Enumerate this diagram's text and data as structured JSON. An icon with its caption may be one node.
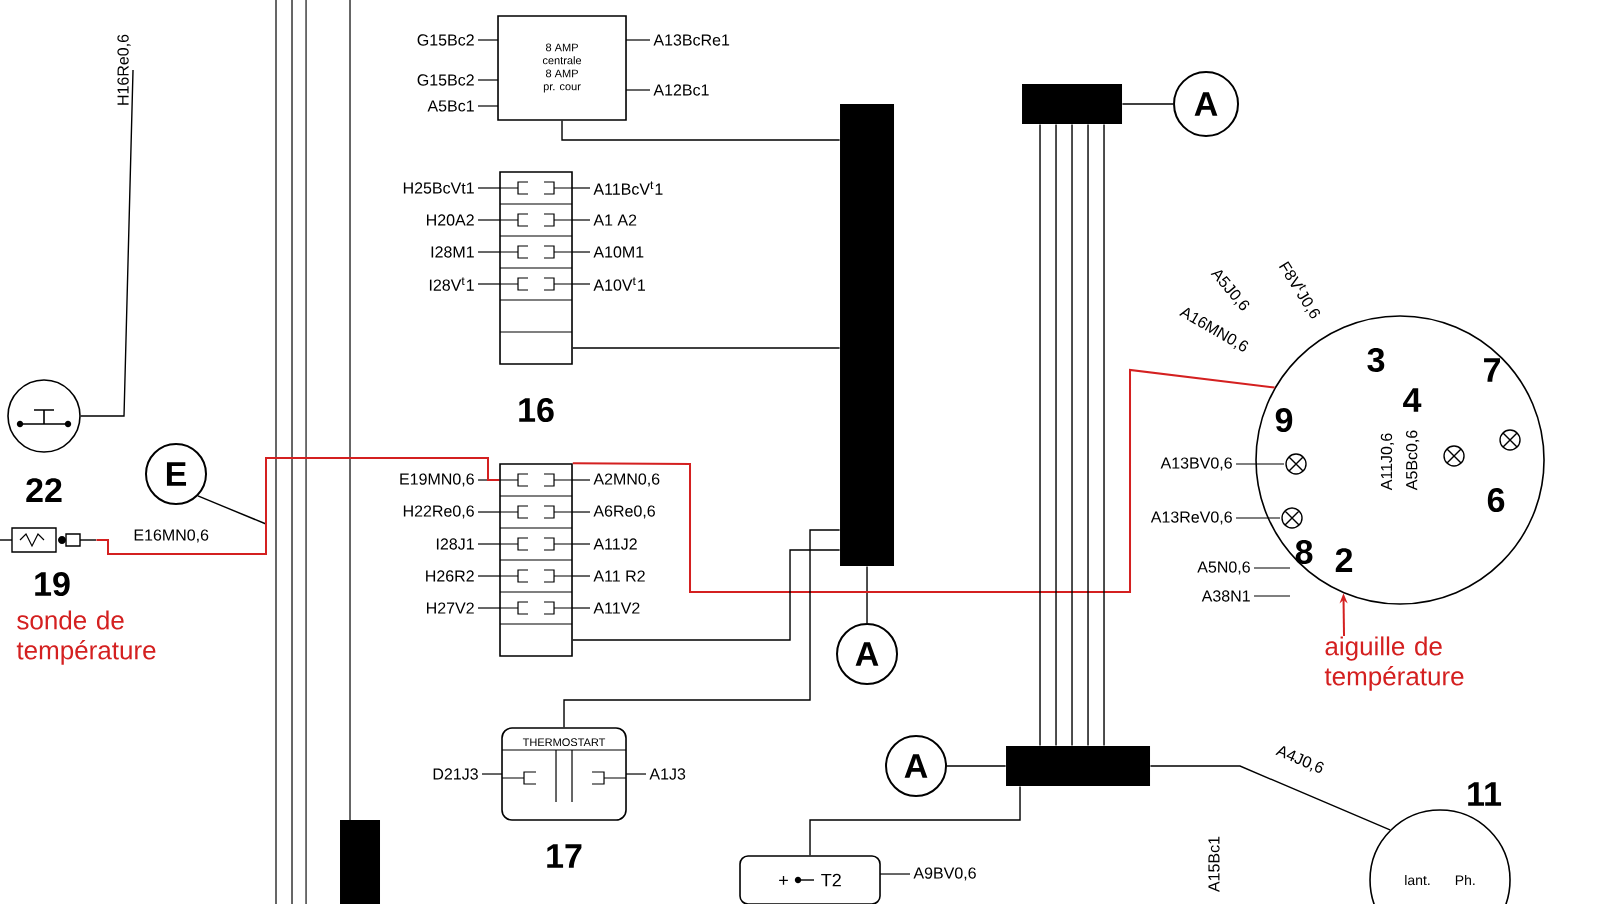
{
  "diagram": {
    "nodes": [
      {
        "text": [],
        "shape": "circle",
        "beside": [
          "22"
        ]
      },
      {
        "text": [
          "8 AMP",
          "centrale",
          "8 AMP",
          "pr. cour"
        ],
        "beside": [
          "G15Bc2",
          "A13BcRe1",
          "G15Bc2",
          "A12Bc1",
          "A5Bc1"
        ]
      },
      {
        "text": [],
        "shape": "box",
        "beside": [
          "16",
          "H25BcVt1",
          "A11BcV$^{t}$1",
          "H20A2",
          "A1 A2",
          "I28M1",
          "A10M1",
          "I28V$^{t}$1",
          "A10V$^{t}$1"
        ]
      },
      {
        "text": [
          "A"
        ]
      },
      {
        "text": [],
        "shape": "bar"
      },
      {
        "text": [],
        "shape": "bar"
      },
      {
        "text": [
          "E"
        ]
      },
      {
        "text": [],
        "shape": "picture",
        "beside": [
          "19",
          "sonde de température",
          "E16MN0,6"
        ]
      },
      {
        "text": [],
        "shape": "box",
        "beside": [
          "E19MN0,6",
          "A2MN0,6",
          "H22Re0,6",
          "A6Re0,6",
          "I28J1",
          "A11J2",
          "H26R2",
          "A11 R2",
          "H27V2",
          "A11V2"
        ]
      },
      {
        "text": [
          "A"
        ]
      },
      {
        "text": [
          "THERMOSTART"
        ],
        "beside": [
          "17",
          "D21J3",
          "A1J3"
        ]
      },
      {
        "text": [
          "A"
        ]
      },
      {
        "text": [],
        "shape": "bar"
      },
      {
        "text": [],
        "shape": "bar"
      },
      {
        "text": [
          "A11J0,6",
          "A5Bc0,6"
        ],
        "beside": [
          "A5J0,6",
          "F8V$^{t}$J0,6",
          "A16MN0,6",
          "A13BV0,6",
          "A13ReV0,6",
          "A5N0,6",
          "A38N1"
        ]
      },
      {
        "text": [
          "lant.",
          "Ph."
        ],
        "beside": [
          "11"
        ]
      },
      {
        "text": [
          "aiguille de température"
        ]
      },
      {
        "text": [
          "+",
          "T2"
        ],
        "beside": [
          "A9BV0,6"
        ]
      },
      {
        "text": [
          "H16Re0,6"
        ]
      }
    ],
    "edges": [
      {
        "from": 4,
        "to": 3,
        "arrow": "none"
      },
      {
        "from": 5,
        "to": 9,
        "arrow": "none"
      },
      {
        "from": 11,
        "to": 12,
        "arrow": "none"
      },
      {
        "from": 6,
        "to": null,
        "arrow": "none"
      },
      {
        "from": 7,
        "to": 8,
        "arrow": "none",
        "color": "#d42020"
      },
      {
        "from": 8,
        "to": 14,
        "arrow": "none",
        "color": "#d42020"
      },
      {
        "from": 16,
        "to": 14,
        "arrow": "to",
        "color": "#d42020"
      },
      {
        "from": 1,
        "to": 5,
        "arrow": "none"
      },
      {
        "from": 2,
        "to": 5,
        "arrow": "none"
      },
      {
        "from": 8,
        "to": 5,
        "arrow": "none"
      },
      {
        "from": 10,
        "to": 5,
        "arrow": "none"
      },
      {
        "from": 12,
        "to": 15,
        "arrow": "none"
      },
      {
        "from": 17,
        "to": 12,
        "arrow": "none"
      },
      {
        "from": 0,
        "to": 18,
        "arrow": "none"
      },
      {
        "from": 4,
        "to": 12,
        "arrow": "none"
      },
      {
        "from": 4,
        "to": 12,
        "arrow": "none"
      },
      {
        "from": 4,
        "to": 12,
        "arrow": "none"
      },
      {
        "from": 4,
        "to": 12,
        "arrow": "none"
      },
      {
        "from": 4,
        "to": 12,
        "arrow": "none"
      }
    ],
    "labels": [
      "A4J0,6",
      "A15Bc1",
      "3",
      "4",
      "7",
      "9",
      "6",
      "8",
      "2"
    ]
  }
}
